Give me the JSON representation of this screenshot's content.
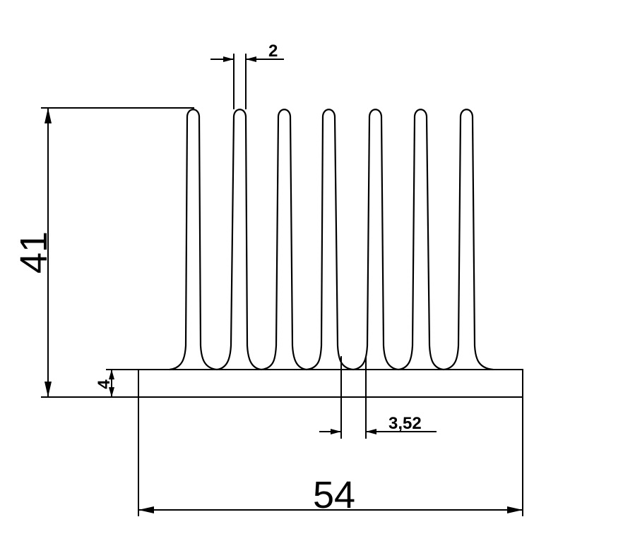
{
  "drawing": {
    "subject": "heatsink-profile",
    "fin_count": 7
  },
  "dimensions": {
    "total_height": "41",
    "total_width": "54",
    "base_thickness": "4",
    "fin_thickness": "2",
    "fin_gap": "3,52"
  },
  "colors": {
    "line": "#000000",
    "background": "#ffffff"
  }
}
